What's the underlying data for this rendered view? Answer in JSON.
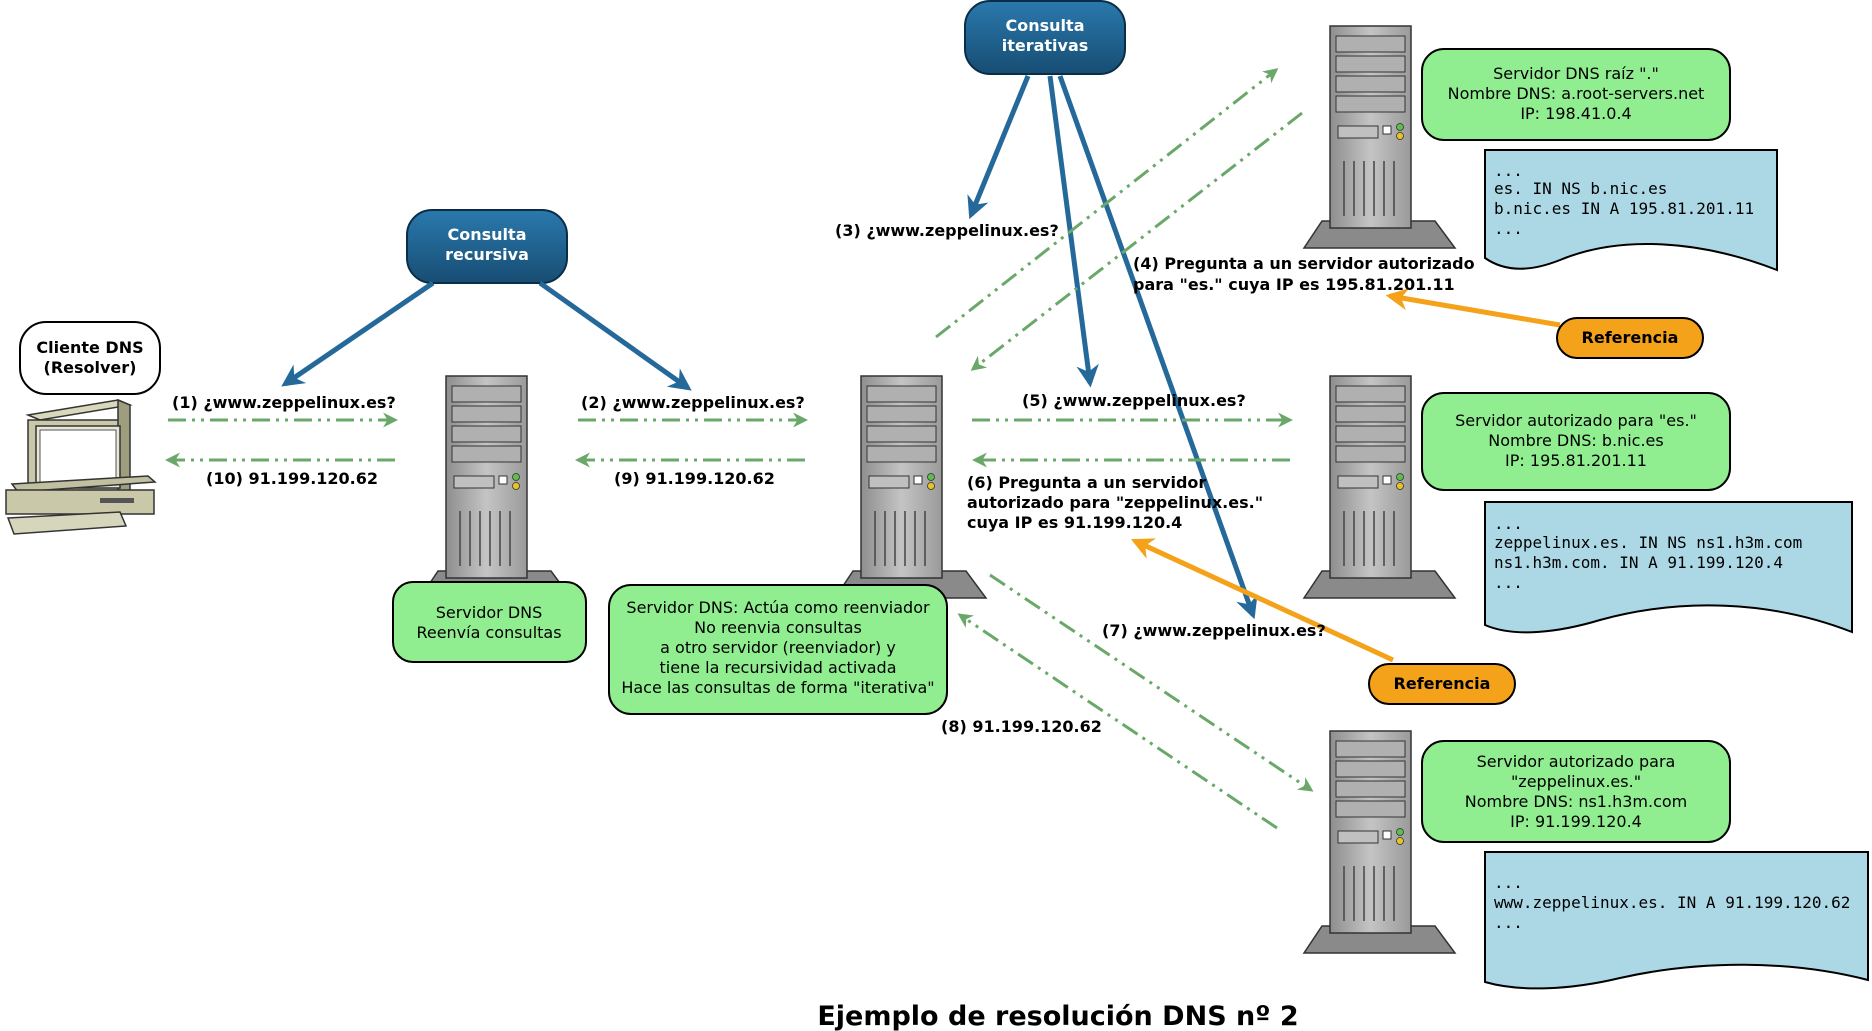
{
  "title": "Ejemplo de resolución DNS nº 2",
  "colors": {
    "green_box": "#90ee90",
    "blue_pill": "#1f6391",
    "blue_arrow": "#24699a",
    "orange": "#f4a21a",
    "light_blue_doc": "#acd8e6",
    "dashed_green": "#6aa86a",
    "server_gray": "#a9a9a9"
  },
  "client": {
    "label": [
      "Cliente DNS",
      "(Resolver)"
    ]
  },
  "pills": {
    "recursive": [
      "Consulta",
      "recursiva"
    ],
    "iterative": [
      "Consulta",
      "iterativas"
    ]
  },
  "references": [
    "Referencia",
    "Referencia"
  ],
  "steps": {
    "s1": "(1) ¿www.zeppelinux.es?",
    "s2": "(2) ¿www.zeppelinux.es?",
    "s3": "(3) ¿www.zeppelinux.es?",
    "s4": [
      "(4) Pregunta a un servidor autorizado",
      "para \"es.\" cuya IP es 195.81.201.11"
    ],
    "s5": "(5) ¿www.zeppelinux.es?",
    "s6": [
      "(6) Pregunta a un servidor",
      "autorizado para \"zeppelinux.es.\"",
      "cuya IP es 91.199.120.4"
    ],
    "s7": "(7) ¿www.zeppelinux.es?",
    "s8": "(8) 91.199.120.62",
    "s9": "(9) 91.199.120.62",
    "s10": "(10) 91.199.120.62"
  },
  "boxes": {
    "forwarder": [
      "Servidor DNS",
      "Reenvía consultas"
    ],
    "main": [
      "Servidor DNS: Actúa como reenviador",
      "No reenvia consultas",
      "a otro servidor (reenviador) y",
      "tiene la recursividad activada",
      "Hace las consultas de forma \"iterativa\""
    ],
    "root": [
      "Servidor DNS raíz \".\"",
      "Nombre DNS: a.root-servers.net",
      "IP: 198.41.0.4"
    ],
    "es": [
      "Servidor autorizado para \"es.\"",
      "Nombre DNS: b.nic.es",
      "IP: 195.81.201.11"
    ],
    "zep": [
      "Servidor autorizado para",
      "\"zeppelinux.es.\"",
      "Nombre DNS: ns1.h3m.com",
      "IP: 91.199.120.4"
    ]
  },
  "docs": {
    "root": [
      "...",
      "es.      IN NS b.nic.es",
      "b.nic.es IN A  195.81.201.11",
      "..."
    ],
    "es": [
      "...",
      "zeppelinux.es. IN NS ns1.h3m.com",
      "ns1.h3m.com.   IN A  91.199.120.4",
      "..."
    ],
    "zep": [
      "...",
      "www.zeppelinux.es. IN A 91.199.120.62",
      "..."
    ]
  }
}
